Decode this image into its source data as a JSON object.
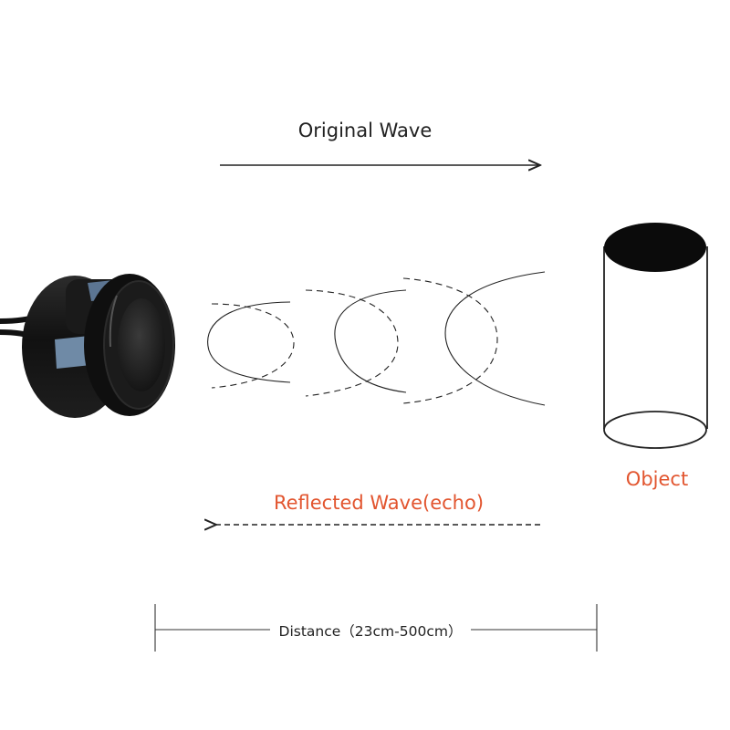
{
  "labels": {
    "original_wave": "Original Wave",
    "reflected_wave": "Reflected Wave(echo)",
    "object": "Object",
    "distance": "Distance（23cm-500cm）"
  },
  "colors": {
    "accent": "#e2552f",
    "ink": "#222222",
    "sensor_body": "#141414"
  },
  "icons": {
    "sensor": "ultrasonic-parking-sensor-icon",
    "object": "cylinder-object-icon"
  }
}
